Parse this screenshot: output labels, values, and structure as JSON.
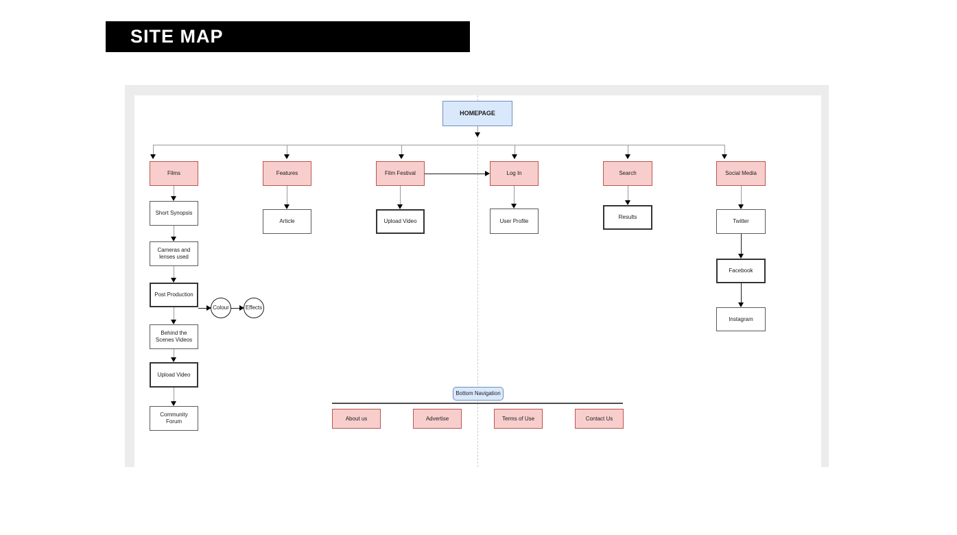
{
  "header": {
    "title": "SITE MAP"
  },
  "palette": {
    "pink_fill": "#f8cecc",
    "pink_border": "#b85450",
    "blue_fill": "#dae8fc",
    "blue_border": "#6c8ebf",
    "canvas_bg": "#ececec",
    "connector_gray": "#999999",
    "connector_dark": "#1a1a1a"
  },
  "diagram": {
    "homepage": "HOMEPAGE",
    "columns": [
      {
        "label": "Films",
        "children": [
          "Short Synopsis",
          "Cameras and lenses used",
          "Post Production",
          "Behind the Scenes Videos",
          "Upload Video",
          "Community Forum"
        ],
        "satellites": [
          "Colour",
          "Effects"
        ]
      },
      {
        "label": "Features",
        "children": [
          "Article"
        ]
      },
      {
        "label": "Film Festival",
        "children": [
          "Upload Video"
        ]
      },
      {
        "label": "Log In",
        "children": [
          "User Profile"
        ]
      },
      {
        "label": "Search",
        "children": [
          "Results"
        ]
      },
      {
        "label": "Social Media",
        "children": [
          "Twitter",
          "Facebook",
          "Instagram"
        ]
      }
    ],
    "bottom_nav": {
      "label": "Bottom Navigation",
      "items": [
        "About us",
        "Advertise",
        "Terms of Use",
        "Contact Us"
      ]
    }
  }
}
